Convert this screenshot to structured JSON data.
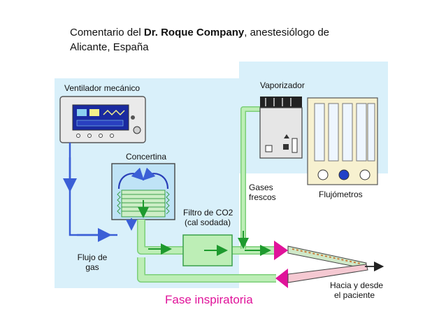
{
  "caption": {
    "prefix": "Comentario del ",
    "author": "Dr. Roque Company",
    "suffix": ", anestesiólogo de",
    "line2": "Alicante, España"
  },
  "labels": {
    "ventilator": "Ventilador mecánico",
    "bellows": "Concertina",
    "vaporizer": "Vaporizador",
    "flowmeters": "Flujómetros",
    "fresh_gas_line1": "Gases",
    "fresh_gas_line2": "frescos",
    "co2_filter_line1": "Filtro de CO2",
    "co2_filter_line2": "(cal sodada)",
    "gas_flow_line1": "Flujo de",
    "gas_flow_line2": "gas",
    "patient_line1": "Hacia y desde",
    "patient_line2": "el paciente",
    "phase": "Fase inspiratoria"
  },
  "colors": {
    "panel": "#d9f0fa",
    "tube": "#bdeeb6",
    "tube_edge": "#7bcf78",
    "flow_arrow": "#3b5fd6",
    "green_arrow": "#1e9a2e",
    "valve": "#e0139a",
    "phase_text": "#e0139a"
  }
}
